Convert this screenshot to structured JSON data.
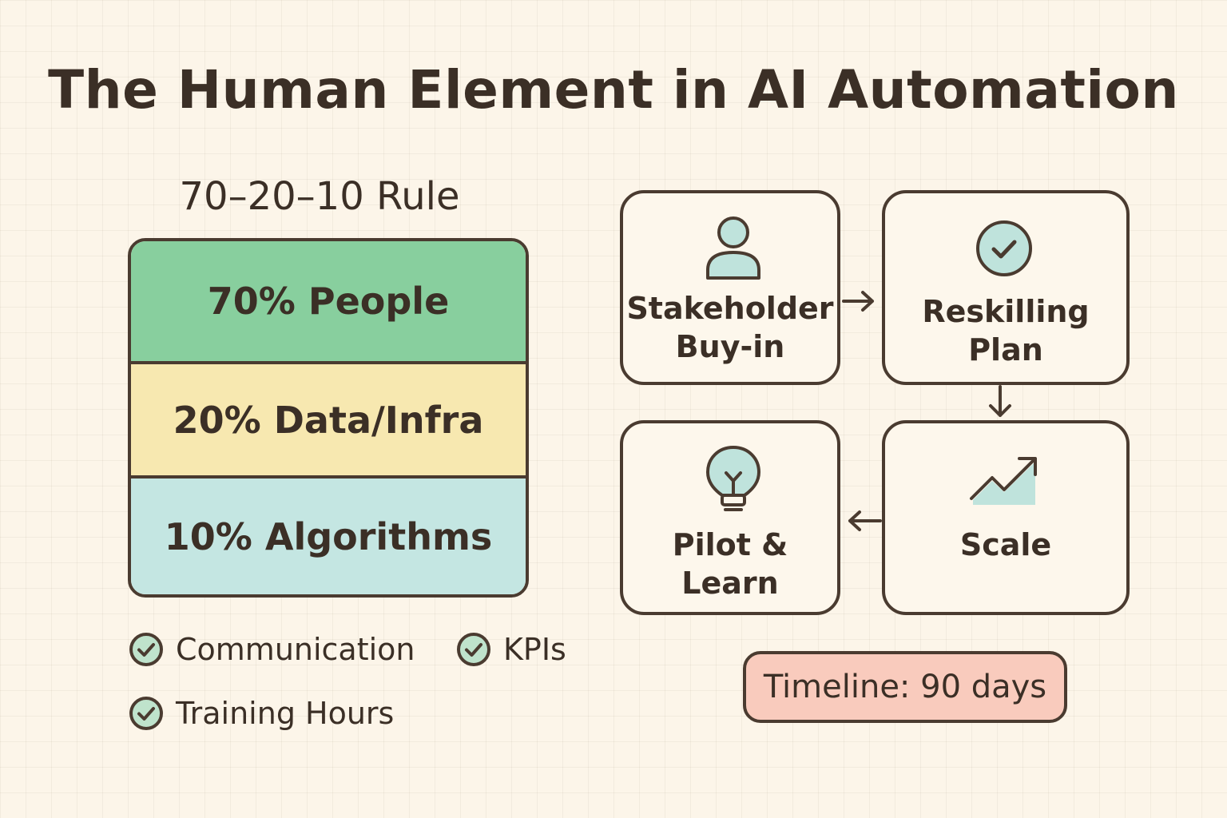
{
  "title": "The Human Element in AI Automation",
  "rule": {
    "heading": "70–20–10 Rule",
    "bands": [
      {
        "label": "70% People",
        "share": 70,
        "color": "#88cf9e"
      },
      {
        "label": "20% Data/Infra",
        "share": 20,
        "color": "#f7e8b0"
      },
      {
        "label": "10% Algorithms",
        "share": 10,
        "color": "#c4e6e2"
      }
    ]
  },
  "checklist": [
    {
      "label": "Communication",
      "icon": "check-circle-icon"
    },
    {
      "label": "KPIs",
      "icon": "check-circle-icon"
    },
    {
      "label": "Training Hours",
      "icon": "check-circle-icon"
    }
  ],
  "steps": [
    {
      "label": "Stakeholder\nBuy-in",
      "icon": "person-icon"
    },
    {
      "label": "Reskilling\nPlan",
      "icon": "check-circle-icon"
    },
    {
      "label": "Pilot &\nLearn",
      "icon": "lightbulb-icon"
    },
    {
      "label": "Scale",
      "icon": "trend-up-icon"
    }
  ],
  "timeline": {
    "label": "Timeline: 90 days"
  },
  "colors": {
    "background": "#fcf5e9",
    "outline": "#4a3b30",
    "text": "#3b2f26",
    "icon_fill": "#bfe3dc",
    "check_fill": "#bfe3cc",
    "timeline_fill": "#f9cbbd"
  }
}
